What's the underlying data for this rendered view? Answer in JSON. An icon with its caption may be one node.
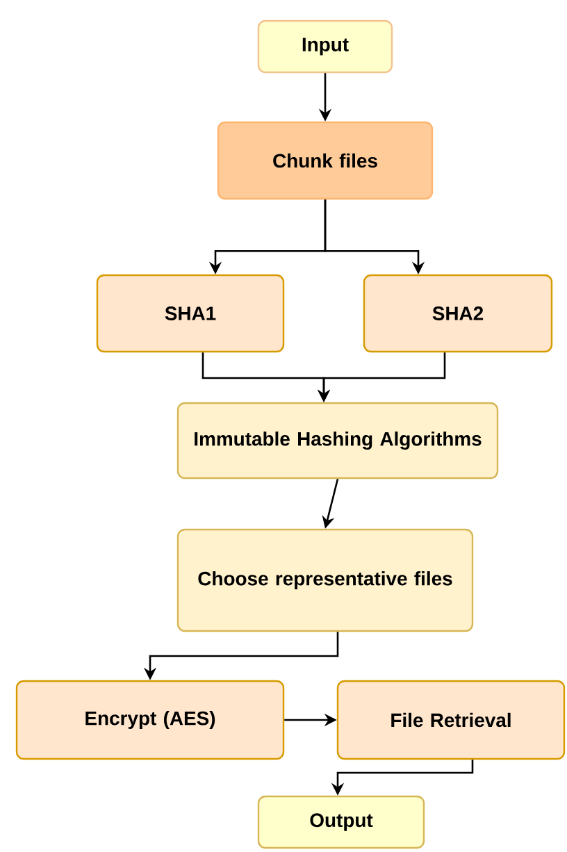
{
  "diagram": {
    "nodes": [
      {
        "text": [
          "Input"
        ]
      },
      {
        "text": [
          "Chunk files"
        ]
      },
      {
        "text": [
          "SHA1"
        ]
      },
      {
        "text": [
          "SHA2"
        ]
      },
      {
        "text": [
          "Immutable Hashing Algorithms"
        ]
      },
      {
        "text": [
          "Choose representative files"
        ]
      },
      {
        "text": [
          "Encrypt (AES)"
        ]
      },
      {
        "text": [
          "File Retrieval"
        ]
      },
      {
        "text": [
          "Output"
        ]
      }
    ],
    "edges": [
      {
        "from": 0,
        "to": 1,
        "arrow": "to"
      },
      {
        "from": 1,
        "to": 2,
        "arrow": "to"
      },
      {
        "from": 1,
        "to": 3,
        "arrow": "to"
      },
      {
        "from": 2,
        "to": 4,
        "arrow": "to"
      },
      {
        "from": 3,
        "to": 4,
        "arrow": "to"
      },
      {
        "from": 4,
        "to": 5,
        "arrow": "to"
      },
      {
        "from": 5,
        "to": 6,
        "arrow": "to"
      },
      {
        "from": 6,
        "to": 7,
        "arrow": "to"
      },
      {
        "from": 7,
        "to": 8,
        "arrow": "to"
      }
    ]
  }
}
